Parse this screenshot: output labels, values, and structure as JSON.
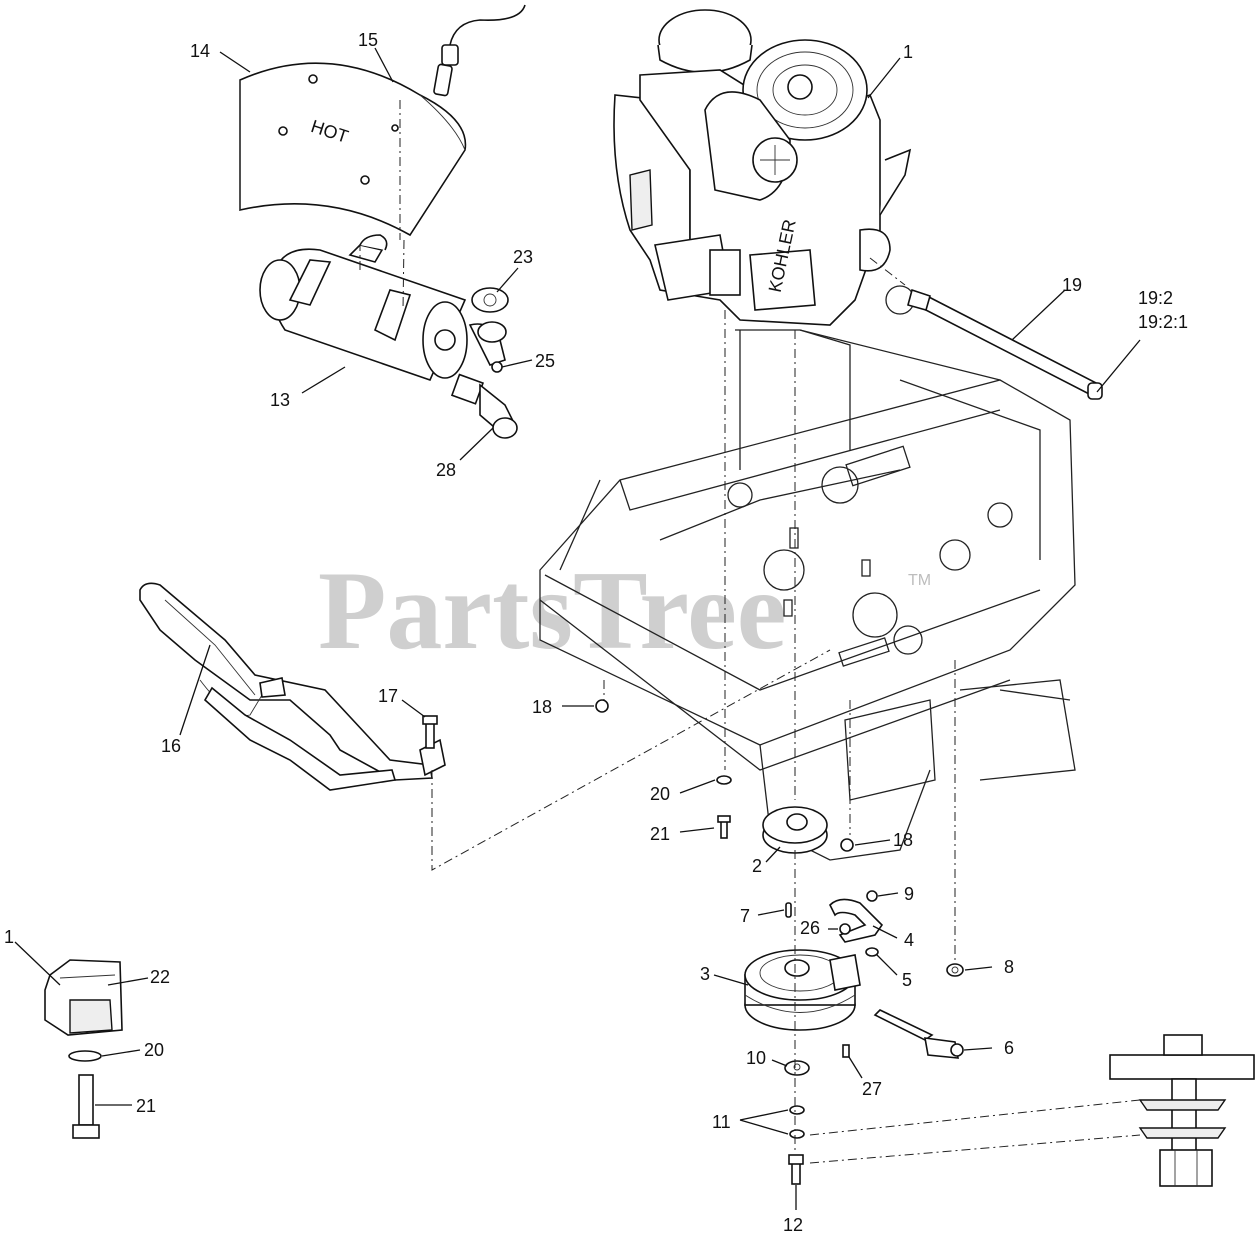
{
  "watermark": {
    "brand": "PartsTree",
    "trademark": "TM"
  },
  "engine_labels": {
    "hot": "HOT",
    "brand": "KOHLER"
  },
  "callouts": [
    "1",
    "1",
    "2",
    "3",
    "4",
    "5",
    "6",
    "7",
    "8",
    "9",
    "10",
    "11",
    "12",
    "13",
    "14",
    "15",
    "16",
    "17",
    "18",
    "18",
    "19",
    "19:2",
    "19:2:1",
    "20",
    "20",
    "21",
    "21",
    "22",
    "23",
    "25",
    "26",
    "27",
    "28"
  ]
}
